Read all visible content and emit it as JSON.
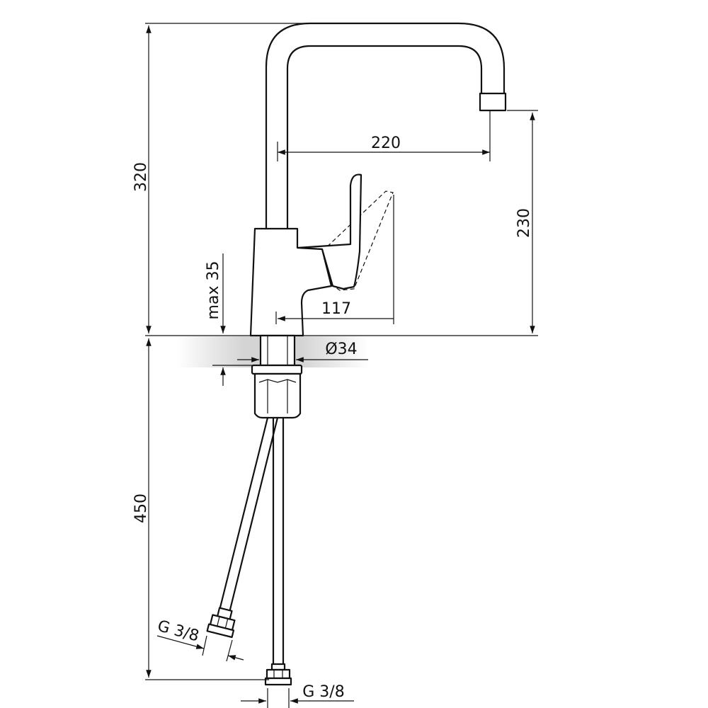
{
  "drawing": {
    "dimensions": {
      "total_height": "320",
      "spout_reach": "220",
      "spout_height": "230",
      "max_thickness": "max 35",
      "lever_reach": "117",
      "body_diameter": "Ø34",
      "hose_length": "450",
      "hose_thread_left": "G 3/8",
      "hose_thread_right": "G 3/8"
    }
  }
}
